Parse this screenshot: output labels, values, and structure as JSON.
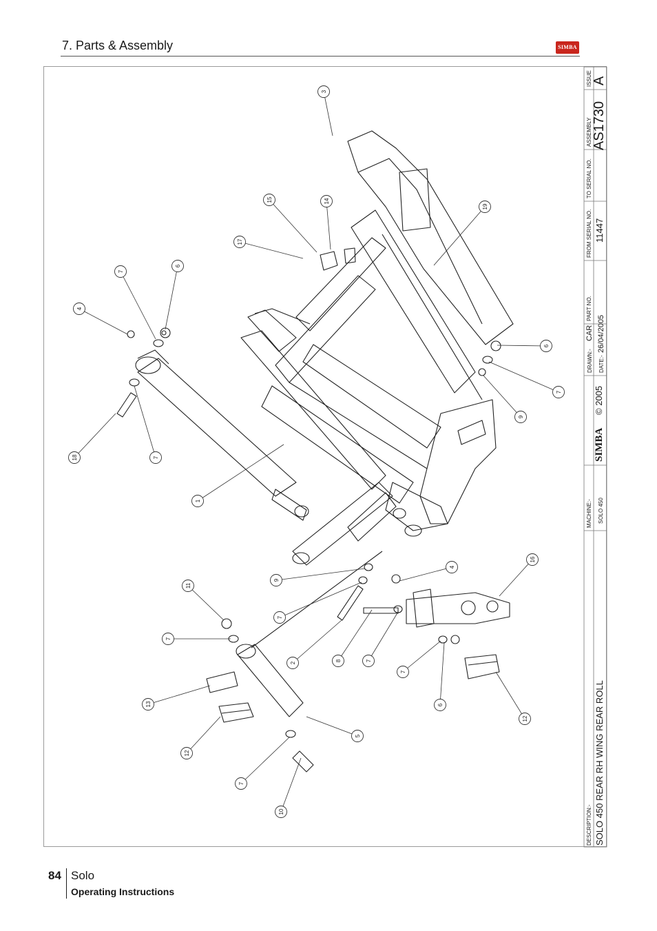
{
  "header": {
    "section_title": "7. Parts & Assembly",
    "brand_logo": "SIMBA"
  },
  "title_block": {
    "description_label": "DESCRIPTION:-",
    "description": "SOLO 450 REAR RH WING REAR ROLL",
    "machine_label": "MACHINE:-",
    "machine": "SOLO 450",
    "brand": "SIMBA",
    "copyright": "© 2005",
    "drawn_label": "DRAWN:-",
    "drawn": "CAR",
    "date_label": "DATE:-",
    "date": "26/04/2005",
    "part_no_label": "PART NO.",
    "from_serial_label": "FROM SERIAL NO.",
    "from_serial": "11447",
    "to_serial_label": "TO SERIAL NO.",
    "assembly_label": "ASSEMBLY",
    "assembly": "AS1730",
    "issue_label": "ISSUE",
    "issue": "A"
  },
  "callouts": [
    "1",
    "2",
    "3",
    "4",
    "4",
    "5",
    "6",
    "6",
    "6",
    "7",
    "7",
    "7",
    "7",
    "7",
    "7",
    "7",
    "7",
    "8",
    "9",
    "9",
    "10",
    "11",
    "12",
    "12",
    "13",
    "14",
    "15",
    "16",
    "17",
    "18",
    "19"
  ],
  "footer": {
    "page_number": "84",
    "product": "Solo",
    "subtitle": "Operating Instructions"
  }
}
